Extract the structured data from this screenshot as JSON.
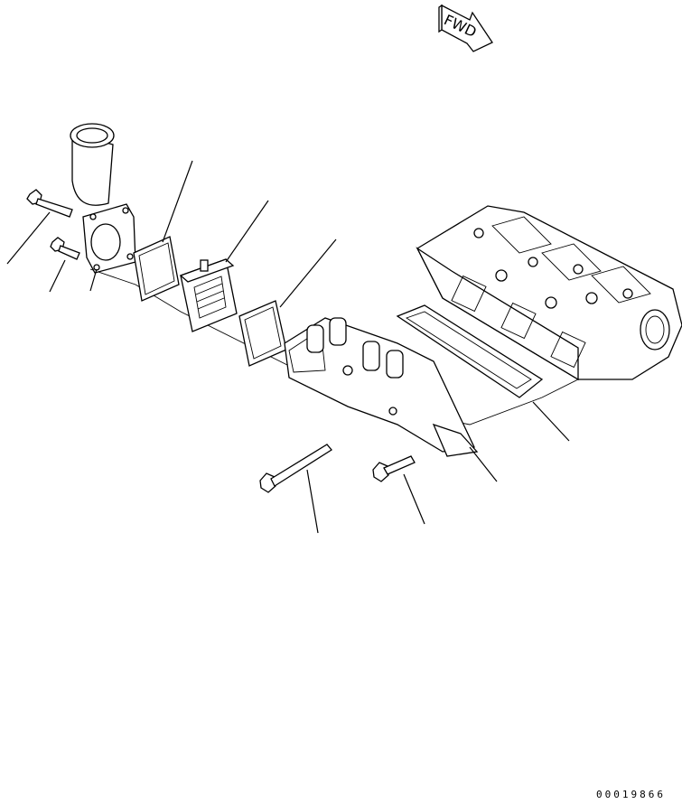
{
  "fwd_marker": {
    "label": "FWD"
  },
  "drawing_number": "00019866",
  "parts": [
    {
      "name": "flange-bolt-long-top"
    },
    {
      "name": "flange-bolt-short-top"
    },
    {
      "name": "intake-elbow"
    },
    {
      "name": "gasket-elbow"
    },
    {
      "name": "heater-cover"
    },
    {
      "name": "gasket-heater"
    },
    {
      "name": "intake-manifold"
    },
    {
      "name": "manifold-gasket"
    },
    {
      "name": "cylinder-head"
    },
    {
      "name": "long-bolt"
    },
    {
      "name": "short-bolt"
    }
  ]
}
